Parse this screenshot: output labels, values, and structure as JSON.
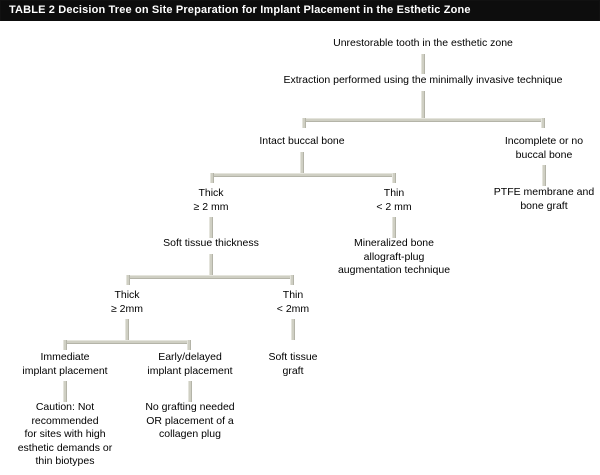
{
  "header": {
    "label": "TABLE 2",
    "title": "Decision Tree on Site Preparation for Implant Placement in the Esthetic Zone",
    "full_text": "TABLE 2  Decision Tree on Site Preparation for Implant Placement in the Esthetic Zone",
    "background_color": "#0d0d0d",
    "text_color": "#ffffff"
  },
  "theme": {
    "connector_color": "#cfcfc3",
    "connector_highlight": "#e4e4dc",
    "connector_shadow": "#b4b4a8",
    "text_color": "#000000",
    "background_color": "#ffffff"
  },
  "chart_data": {
    "type": "diagram",
    "subtype": "decision-tree",
    "title": "Decision Tree on Site Preparation for Implant Placement in the Esthetic Zone",
    "nodes": [
      {
        "id": "n1",
        "text": "Unrestorable tooth in the esthetic zone",
        "level": 0
      },
      {
        "id": "n2",
        "text": "Extraction performed using the minimally invasive technique",
        "level": 1
      },
      {
        "id": "n3",
        "text": "Intact buccal bone",
        "level": 2
      },
      {
        "id": "n4",
        "text": "Incomplete or no\nbuccal bone",
        "level": 2
      },
      {
        "id": "n5",
        "text": "Thick\n≥ 2 mm",
        "level": 3
      },
      {
        "id": "n6",
        "text": "Thin\n< 2 mm",
        "level": 3
      },
      {
        "id": "n7",
        "text": "PTFE membrane and\nbone graft",
        "level": 3
      },
      {
        "id": "n8",
        "text": "Soft tissue thickness",
        "level": 4
      },
      {
        "id": "n9",
        "text": "Mineralized bone\nallograft-plug\naugmentation technique",
        "level": 4
      },
      {
        "id": "n10",
        "text": "Thick\n≥ 2mm",
        "level": 5
      },
      {
        "id": "n11",
        "text": "Thin\n< 2mm",
        "level": 5
      },
      {
        "id": "n12",
        "text": "Immediate\nimplant placement",
        "level": 6
      },
      {
        "id": "n13",
        "text": "Early/delayed\nimplant placement",
        "level": 6
      },
      {
        "id": "n14",
        "text": "Soft tissue\ngraft",
        "level": 6
      },
      {
        "id": "n15",
        "text": "Caution: Not\nrecommended\nfor sites with high\nesthetic demands or\nthin biotypes",
        "level": 7
      },
      {
        "id": "n16",
        "text": "No grafting needed\nOR placement of a\ncollagen plug",
        "level": 7
      }
    ],
    "edges": [
      {
        "from": "n1",
        "to": "n2"
      },
      {
        "from": "n2",
        "to": "n3"
      },
      {
        "from": "n2",
        "to": "n4"
      },
      {
        "from": "n3",
        "to": "n5"
      },
      {
        "from": "n3",
        "to": "n6"
      },
      {
        "from": "n4",
        "to": "n7"
      },
      {
        "from": "n5",
        "to": "n8"
      },
      {
        "from": "n6",
        "to": "n9"
      },
      {
        "from": "n8",
        "to": "n10"
      },
      {
        "from": "n8",
        "to": "n11"
      },
      {
        "from": "n10",
        "to": "n12"
      },
      {
        "from": "n10",
        "to": "n13"
      },
      {
        "from": "n11",
        "to": "n14"
      },
      {
        "from": "n12",
        "to": "n15"
      },
      {
        "from": "n13",
        "to": "n16"
      }
    ]
  }
}
